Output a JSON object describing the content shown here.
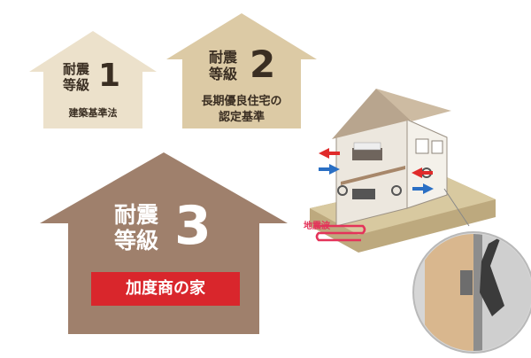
{
  "levels": [
    {
      "title_line1": "耐震",
      "title_line2": "等級",
      "number": "1",
      "caption": "建築基準法",
      "color": "#ece1cb",
      "text_color": "#3a2e22"
    },
    {
      "title_line1": "耐震",
      "title_line2": "等級",
      "number": "2",
      "caption_line1": "長期優良住宅の",
      "caption_line2": "認定基準",
      "color": "#dccaa5",
      "text_color": "#3a2e22"
    },
    {
      "title_line1": "耐震",
      "title_line2": "等級",
      "number": "3",
      "badge": "加度商の家",
      "color": "#9f806c",
      "text_color": "#ffffff",
      "badge_color": "#d9262c"
    }
  ],
  "illustration": {
    "quake_label": "地震波",
    "quake_color": "#e4335a",
    "arrow_red": "#e02b2b",
    "arrow_blue": "#2a6fc4"
  }
}
